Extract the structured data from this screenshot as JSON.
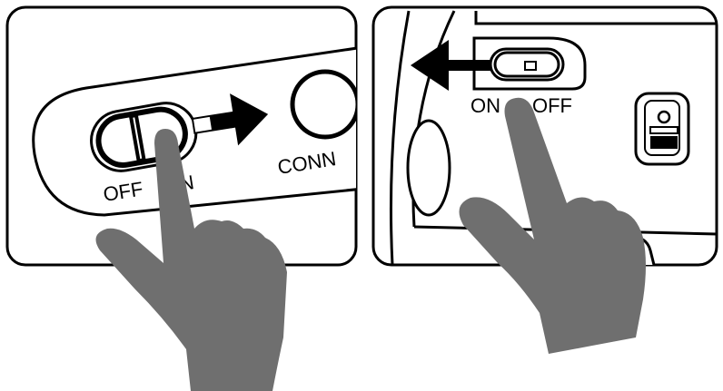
{
  "left_panel": {
    "switch_labels": {
      "off": "OFF",
      "on": "ON"
    },
    "connect_label": "CONN",
    "arrow_direction": "right"
  },
  "right_panel": {
    "switch_labels": {
      "on": "ON",
      "off": "OFF"
    },
    "arrow_direction": "left"
  },
  "colors": {
    "hand": "#6f6f6f",
    "outline": "#000000",
    "background": "#ffffff"
  },
  "icons": [
    "pointing-hand-icon",
    "arrow-right-icon",
    "arrow-left-icon",
    "triangle-down-icon"
  ]
}
